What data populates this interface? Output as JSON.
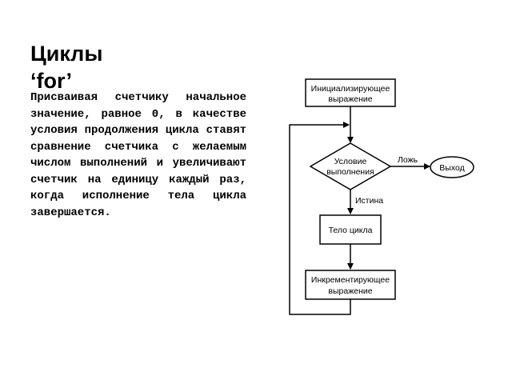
{
  "title": {
    "line1": "Циклы",
    "line2": "‘for’"
  },
  "body_text": "Присваивая счетчику начальное значение, равное 0, в качестве условия продолжения цикла ставят сравнение счетчика с желаемым числом выполнений и увеличивают счетчик на единицу каждый раз, когда исполнение тела цикла завершается.",
  "flowchart": {
    "init": [
      "Инициализирующее",
      "выражение"
    ],
    "condition": [
      "Условие",
      "выполнения"
    ],
    "false_label": "Ложь",
    "exit": "Выход",
    "true_label": "Истина",
    "body": "Тело цикла",
    "increment": [
      "Инкрементирующее",
      "выражение"
    ]
  }
}
